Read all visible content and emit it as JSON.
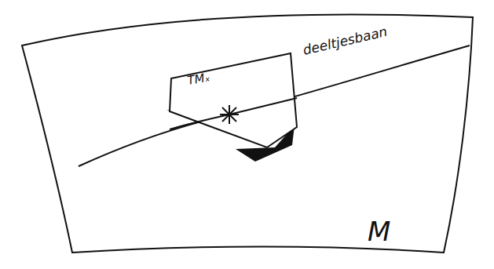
{
  "diagram": {
    "labels": [
      "TMₓ",
      "deeltjesbaan",
      "M"
    ]
  }
}
